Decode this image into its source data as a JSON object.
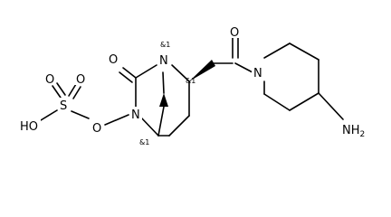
{
  "molecule": {
    "atoms": {
      "n_bridge": "N",
      "n_piperidine": "N",
      "n_ring": "N",
      "o_lactam": "O",
      "o_carbonyl": "O",
      "o_ester": "O",
      "s_sulfate": "S",
      "o_sulfate_top": "O",
      "o_sulfate_right": "O",
      "ho_sulfate": "HO",
      "amine": "NH2"
    },
    "stereo_labels": {
      "n_bridge": "&1",
      "c_alpha": "&1",
      "c_bridgehead": "&1"
    }
  }
}
